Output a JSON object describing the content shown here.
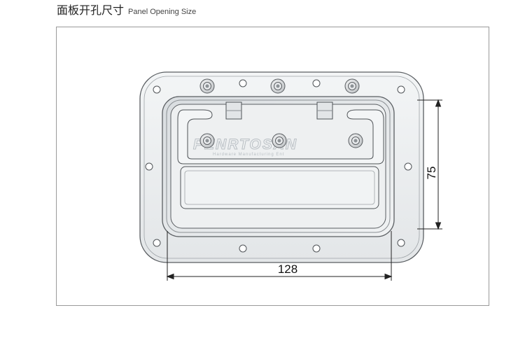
{
  "header": {
    "title_cn": "面板开孔尺寸",
    "title_en": "Panel Opening Size"
  },
  "drawing": {
    "width_dimension": "128",
    "height_dimension": "75",
    "logo_text": "PENRTOSAN",
    "logo_subtext": "Hardware Manufacturing Ent"
  },
  "colors": {
    "plate": "#e9ecee",
    "edge": "#5a5e62",
    "dimension_line": "#222222"
  }
}
